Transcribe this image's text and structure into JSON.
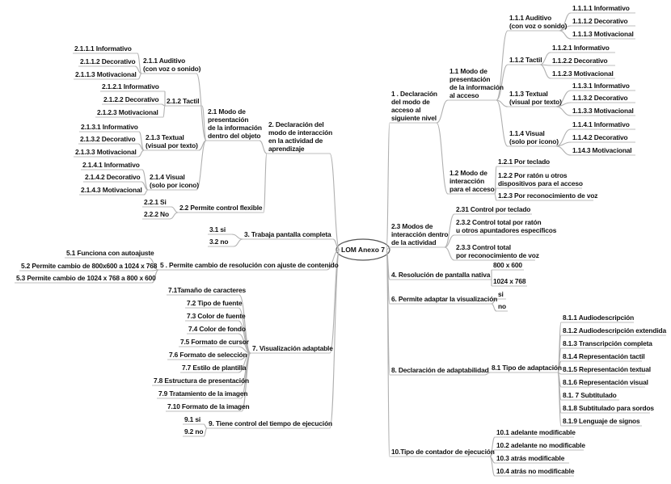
{
  "root": "LOM Anexo 7",
  "nodes": [
    {
      "id": "n1",
      "text": "1 . Declaración\ndel modo de\nacceso al\nsiguiente nivel"
    },
    {
      "id": "n111",
      "text": "1.1 Modo de\npresentación\nde la información\nal acceso"
    },
    {
      "id": "n1111",
      "text": "1.1.1 Auditivo\n(con voz o sonido)"
    },
    {
      "id": "n11111",
      "text": "1.1.1.1 Informativo"
    },
    {
      "id": "n11112",
      "text": "1.1.1.2 Decorativo"
    },
    {
      "id": "n11113",
      "text": "1.1.1.3 Motivacional"
    },
    {
      "id": "n112",
      "text": "1.1.2 Tactil"
    },
    {
      "id": "n1121",
      "text": "1.1.2.1 Informativo"
    },
    {
      "id": "n1122",
      "text": "1.1.2.2 Decorativo"
    },
    {
      "id": "n1123",
      "text": "1.1.2.3 Motivacional"
    },
    {
      "id": "n113",
      "text": "1.1.3 Textual\n(visual por texto)"
    },
    {
      "id": "n1131",
      "text": "1.1.3.1 Informativo"
    },
    {
      "id": "n1132",
      "text": "1.1.3.2 Decorativo"
    },
    {
      "id": "n1133",
      "text": "1.1.3.3 Motivacional"
    },
    {
      "id": "n114",
      "text": "1.1.4 Visual\n(solo por icono)"
    },
    {
      "id": "n1141",
      "text": "1.1.4.1 Informativo"
    },
    {
      "id": "n1142",
      "text": "1.1.4.2 Decorativo"
    },
    {
      "id": "n1143",
      "text": "1.14.3 Motivacional"
    },
    {
      "id": "n12",
      "text": "1.2 Modo de\ninteracción\npara el acceso"
    },
    {
      "id": "n121",
      "text": "1.2.1 Por teclado"
    },
    {
      "id": "n122",
      "text": "1.2.2 Por ratón u otros\ndispositivos para el acceso"
    },
    {
      "id": "n123",
      "text": "1.2.3 Por reconocimiento de voz"
    },
    {
      "id": "n23",
      "text": "2.3 Modos de\ninteracción dentro\nde la actividad"
    },
    {
      "id": "n231",
      "text": "2.31 Control por teclado"
    },
    {
      "id": "n232",
      "text": "2.3.2 Control total por ratón\nu otros apuntadores específicos"
    },
    {
      "id": "n233",
      "text": "2.3.3 Control total\npor reconocimiento de voz"
    },
    {
      "id": "n4",
      "text": "4. Resolución de pantalla nativa"
    },
    {
      "id": "n41",
      "text": "800 x 600"
    },
    {
      "id": "n42",
      "text": "1024 x 768"
    },
    {
      "id": "n6",
      "text": "6. Permite adaptar la visualización"
    },
    {
      "id": "n61",
      "text": "si"
    },
    {
      "id": "n62",
      "text": "no"
    },
    {
      "id": "n8",
      "text": "8. Declaración de adaptabilidad"
    },
    {
      "id": "n81",
      "text": "8.1 Tipo de adaptación"
    },
    {
      "id": "n811",
      "text": "8.1.1 Audiodescripción"
    },
    {
      "id": "n812",
      "text": "8.1.2 Audiodescripción extendida"
    },
    {
      "id": "n813",
      "text": "8.1.3 Transcripción completa"
    },
    {
      "id": "n814",
      "text": "8.1.4 Representación tactil"
    },
    {
      "id": "n815",
      "text": "8.1.5 Representación textual"
    },
    {
      "id": "n816",
      "text": "8.1.6 Representación visual"
    },
    {
      "id": "n817",
      "text": "8.1. 7 Subtitulado"
    },
    {
      "id": "n818",
      "text": "8.1.8 Subtitulado para sordos"
    },
    {
      "id": "n819",
      "text": "8.1.9 Lenguaje de signos"
    },
    {
      "id": "n10",
      "text": "10.Tipo de contador de ejecución"
    },
    {
      "id": "n101",
      "text": "10.1 adelante modificable"
    },
    {
      "id": "n102",
      "text": "10.2 adelante no modificable"
    },
    {
      "id": "n103",
      "text": "10.3 atrás modificable"
    },
    {
      "id": "n104",
      "text": "10.4 atrás no modificable"
    },
    {
      "id": "n2",
      "text": "2. Declaración del\nmodo de interacción\nen la actividad de\naprendizaje"
    },
    {
      "id": "n21",
      "text": "2.1 Modo de\npresentación\nde la información\ndentro del objeto"
    },
    {
      "id": "n211",
      "text": "2.1.1 Auditivo\n(con voz o sonido)"
    },
    {
      "id": "n2111",
      "text": "2.1.1.1 Informativo"
    },
    {
      "id": "n2112",
      "text": "2.1.1.2 Decorativo"
    },
    {
      "id": "n2113",
      "text": "2.1.1.3 Motivacional"
    },
    {
      "id": "n212",
      "text": "2.1.2 Tactil"
    },
    {
      "id": "n2121",
      "text": "2.1.2.1 Informativo"
    },
    {
      "id": "n2122",
      "text": "2.1.2.2 Decorativo"
    },
    {
      "id": "n2123",
      "text": "2.1.2.3 Motivacional"
    },
    {
      "id": "n213",
      "text": "2.1.3 Textual\n(visual por texto)"
    },
    {
      "id": "n2131",
      "text": "2.1.3.1 Informativo"
    },
    {
      "id": "n2132",
      "text": "2.1.3.2 Decorativo"
    },
    {
      "id": "n2133",
      "text": "2.1.3.3 Motivacional"
    },
    {
      "id": "n214",
      "text": "2.1.4 Visual\n(solo por icono)"
    },
    {
      "id": "n2141",
      "text": "2.1.4.1 Informativo"
    },
    {
      "id": "n2142",
      "text": "2.1.4.2 Decorativo"
    },
    {
      "id": "n2143",
      "text": "2.1.4.3 Motivacional"
    },
    {
      "id": "n22",
      "text": "2.2 Permite control flexible"
    },
    {
      "id": "n221",
      "text": "2.2.1 Si"
    },
    {
      "id": "n222",
      "text": "2.2.2 No"
    },
    {
      "id": "n3",
      "text": "3. Trabaja pantalla completa"
    },
    {
      "id": "n31",
      "text": "3.1 si"
    },
    {
      "id": "n32",
      "text": "3.2 no"
    },
    {
      "id": "n5",
      "text": "5 . Permite cambio de resolución con ajuste de contenido"
    },
    {
      "id": "n51",
      "text": "5.1 Funciona con autoajuste"
    },
    {
      "id": "n52",
      "text": "5.2 Permite cambio de 800x600 a 1024 x 768"
    },
    {
      "id": "n53",
      "text": "5.3 Permite cambio de 1024 x 768 a 800 x 600"
    },
    {
      "id": "n7",
      "text": "7. Visualización adaptable"
    },
    {
      "id": "n71",
      "text": "7.1Tamaño de caracteres"
    },
    {
      "id": "n72",
      "text": "7.2 Tipo de fuente"
    },
    {
      "id": "n73",
      "text": "7.3 Color de fuente"
    },
    {
      "id": "n74",
      "text": "7.4 Color de fondo"
    },
    {
      "id": "n75",
      "text": "7.5 Formato de cursor"
    },
    {
      "id": "n76",
      "text": "7.6 Formato de selección"
    },
    {
      "id": "n77",
      "text": "7.7 Estilo de plantilla"
    },
    {
      "id": "n78",
      "text": "7.8 Estructura de presentación"
    },
    {
      "id": "n79",
      "text": "7.9 Tratamiento de la imagen"
    },
    {
      "id": "n710",
      "text": "7.10 Formato de la imagen"
    },
    {
      "id": "n9",
      "text": "9. Tiene control del tiempo de ejecución"
    },
    {
      "id": "n91",
      "text": "9.1 si"
    },
    {
      "id": "n92",
      "text": "9.2 no"
    }
  ]
}
